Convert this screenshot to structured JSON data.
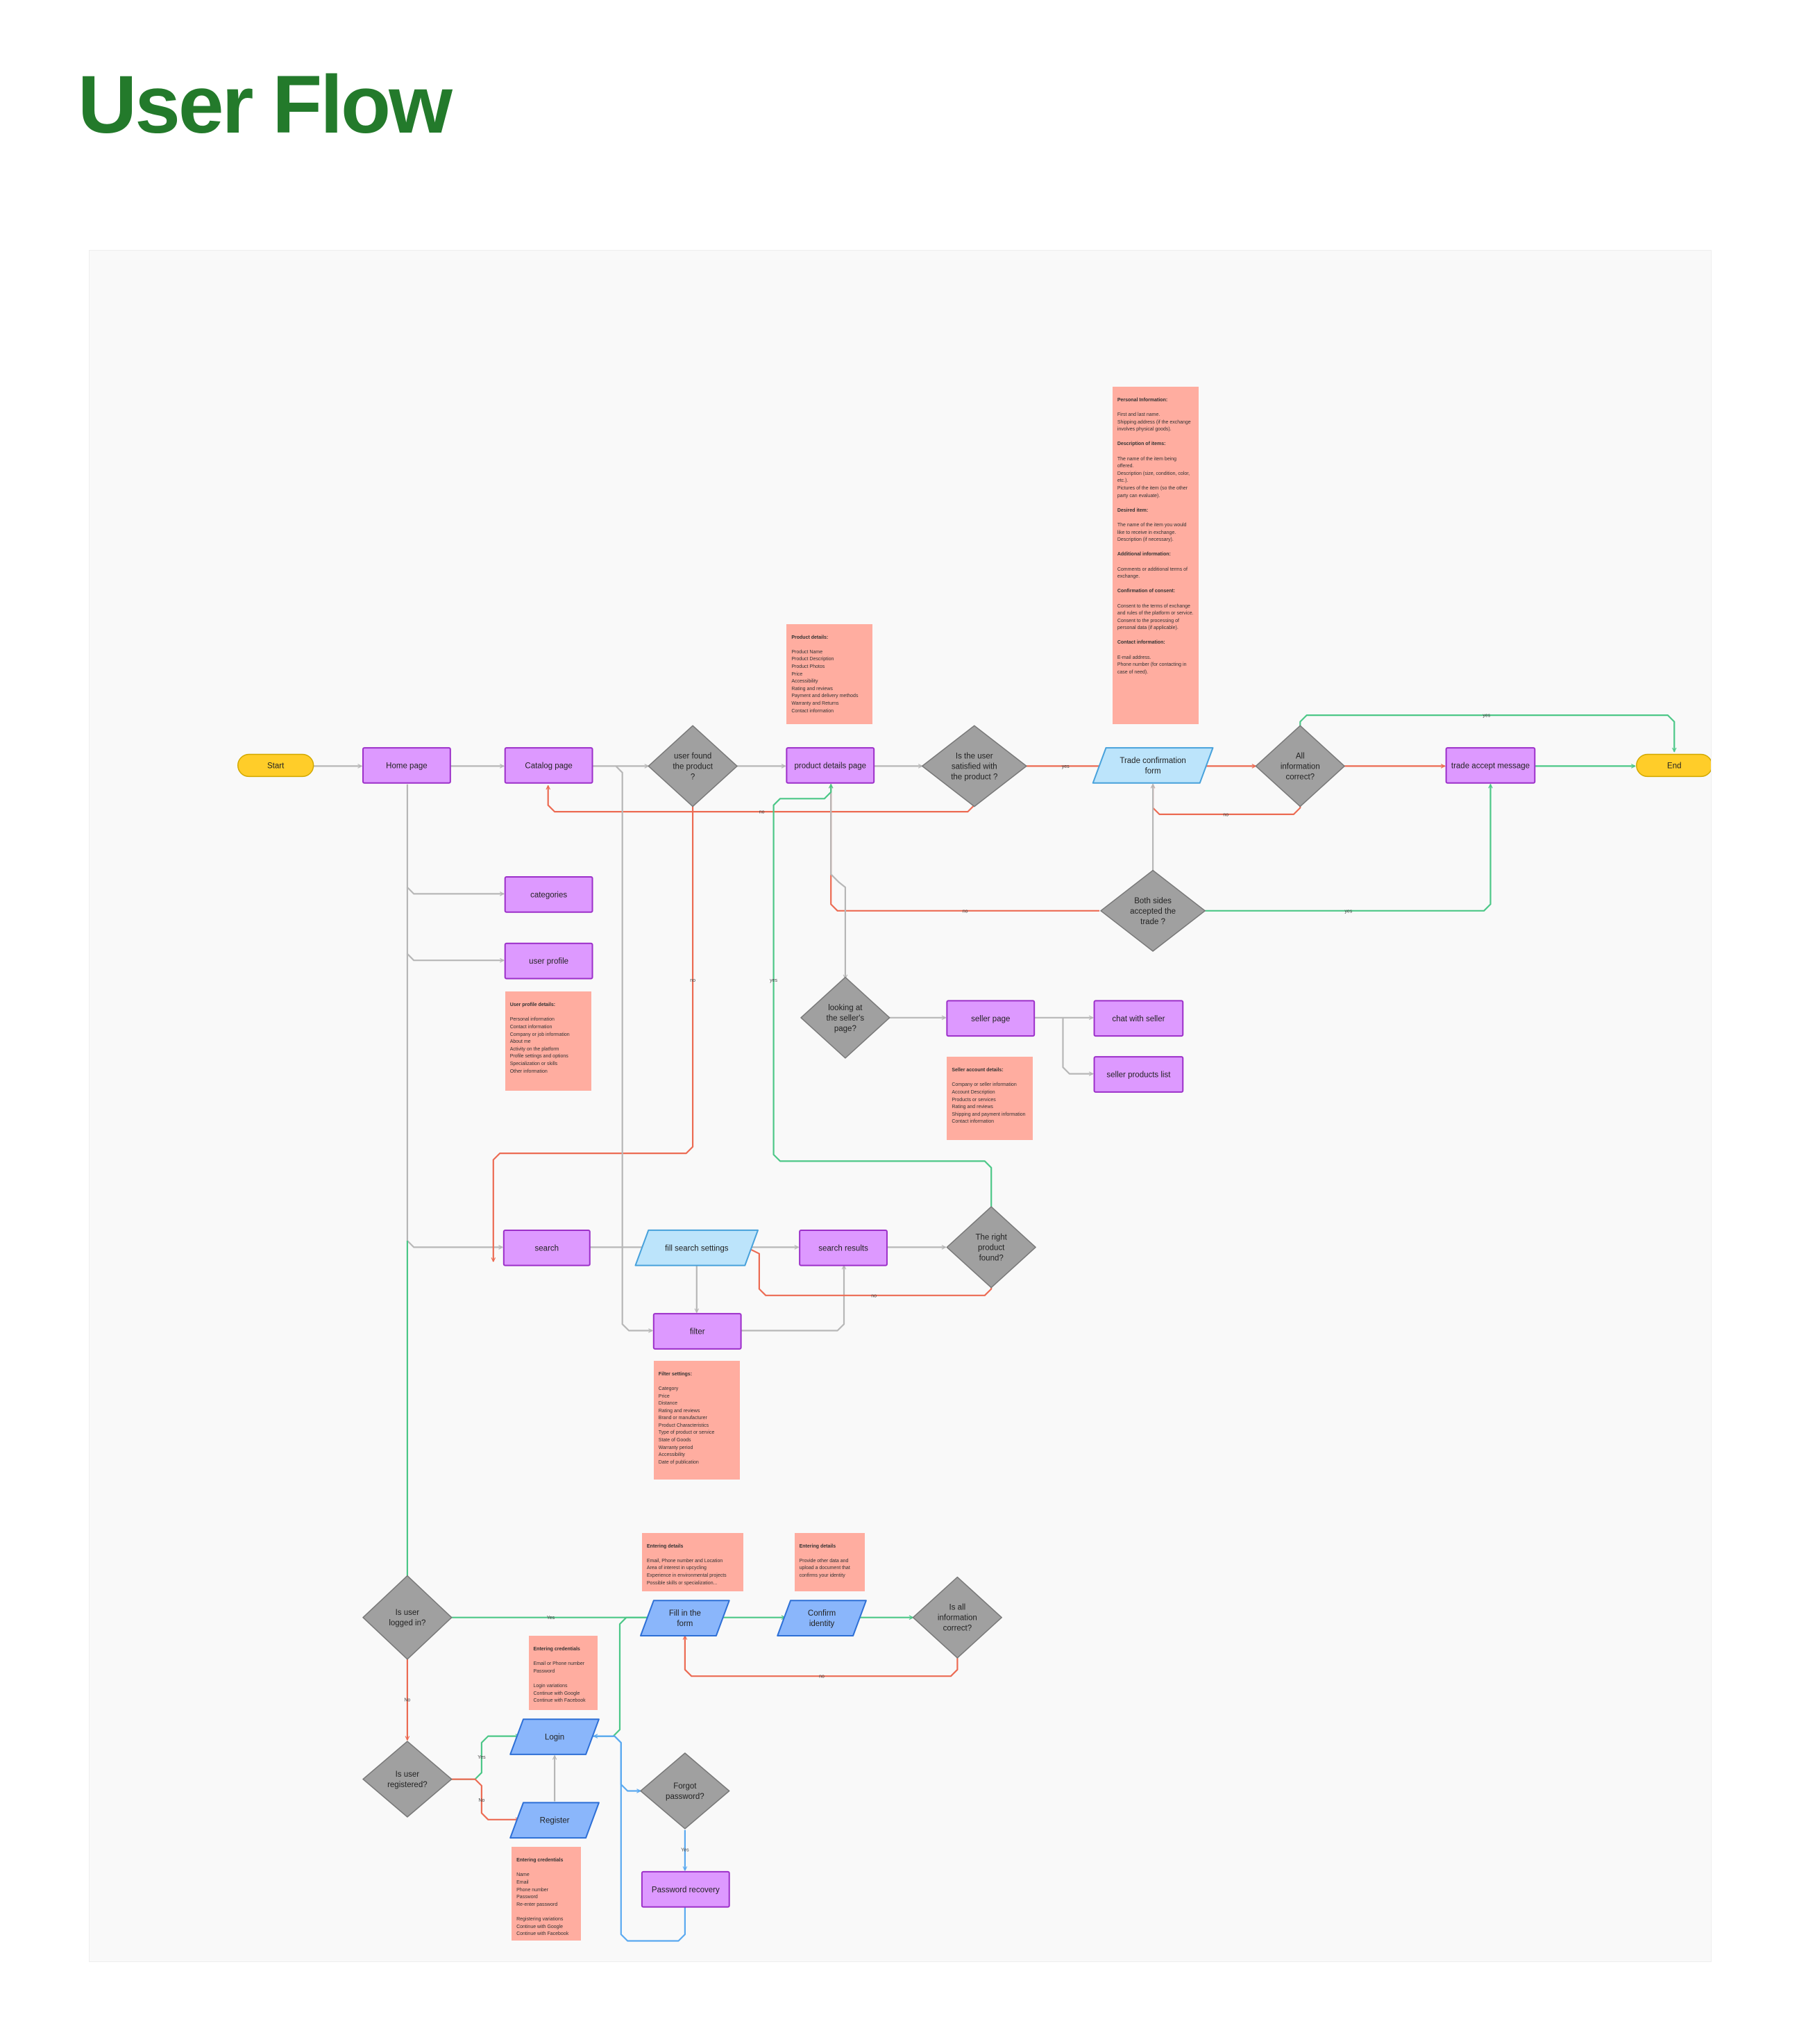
{
  "title": "User Flow",
  "colors": {
    "title": "#237a2b",
    "process": "#dd99ff",
    "process_border": "#9c2fc9",
    "terminal": "#ffcd29",
    "decision": "#a0a0a0",
    "data_light": "#bce4fb",
    "data_blue": "#8ab6fb",
    "note": "#ffada0",
    "edge_gray": "#b7b7b7",
    "edge_red": "#ec6b53",
    "edge_green": "#4cc787",
    "edge_blue": "#5aa9f0"
  },
  "nodes": {
    "start": "Start",
    "end": "End",
    "home": "Home page",
    "catalog": "Catalog page",
    "found": [
      "user found",
      "the product",
      "?"
    ],
    "details": "product details page",
    "satisfied": [
      "Is the user",
      "satisfied with",
      "the product ?"
    ],
    "trade_form": [
      "Trade confirmation",
      "form"
    ],
    "all_info": [
      "All",
      "information",
      "correct?"
    ],
    "accept_msg": "trade accept message",
    "both_sides": [
      "Both sides",
      "accepted the",
      "trade ?"
    ],
    "categories": "categories",
    "user_profile": "user profile",
    "looking_seller": [
      "looking at",
      "the seller's",
      "page?"
    ],
    "seller_page": "seller page",
    "chat": "chat with seller",
    "seller_list": "seller products list",
    "search": "search",
    "fill_search": "fill search settings",
    "results": "search results",
    "right_found": [
      "The right",
      "product",
      "found?"
    ],
    "filter": "filter",
    "logged": [
      "Is user",
      "logged in?"
    ],
    "fill_form": [
      "Fill in the",
      "form"
    ],
    "confirm_id": [
      "Confirm",
      "identity"
    ],
    "is_all_info": [
      "Is all",
      "information",
      "correct?"
    ],
    "registered": [
      "Is user",
      "registered?"
    ],
    "login": "Login",
    "register": "Register",
    "forgot": [
      "Forgot",
      "password?"
    ],
    "recovery": "Password recovery"
  },
  "edge_labels": {
    "yes": "yes",
    "no": "no",
    "Yes": "Yes",
    "No": "No"
  },
  "notes": {
    "product_details": {
      "title": "Product details:",
      "lines": [
        "Product Name",
        "Product Description",
        "Product Photos",
        "Price",
        "Accessibility",
        "Rating and reviews",
        "Payment and delivery methods",
        "Warranty and Returns",
        "Contact information"
      ]
    },
    "trade_info": {
      "sections": [
        {
          "title": "Personal Information:",
          "text": "First and last name.\nShipping address (if the exchange involves physical goods)."
        },
        {
          "title": "Description of items:",
          "text": "The name of the item being offered.\nDescription (size, condition, color, etc.).\nPictures of the item (so the other party can evaluate)."
        },
        {
          "title": "Desired item:",
          "text": "The name of the item you would like to receive in exchange.\nDescription (if necessary)."
        },
        {
          "title": "Additional information:",
          "text": "Comments or additional terms of exchange."
        },
        {
          "title": "Confirmation of consent:",
          "text": "Consent to the terms of exchange and rules of the platform or service.\nConsent to the processing of personal data (if applicable)."
        },
        {
          "title": "Contact information:",
          "text": "E-mail address.\nPhone number (for contacting in case of need)."
        }
      ]
    },
    "user_profile": {
      "title": "User profile details:",
      "lines": [
        "Personal information",
        "Contact information",
        "Company or job information",
        "About me",
        "Activity on the platform",
        "Profile settings and options",
        "Specialization or skills",
        "Other information"
      ]
    },
    "seller_account": {
      "title": "Seller account details:",
      "lines": [
        "Company or seller information",
        "Account Description",
        "Products or services",
        "Rating and reviews",
        "Shipping and payment information",
        "Contact information"
      ]
    },
    "filter_settings": {
      "title": "Filter settings:",
      "lines": [
        "Category",
        "Price",
        "Distance",
        "Rating and reviews",
        "Brand or manufacturer",
        "Product Characteristics",
        "Type of product or service",
        "State of Goods",
        "Warranty period",
        "Accessibility",
        "Date of publication"
      ]
    },
    "entering_details_1": {
      "title": "Entering details",
      "lines": [
        "Email, Phone number and Location",
        "Area of interest in upcycling",
        "Experience in environmental projects",
        "Possible skills or specialization..."
      ]
    },
    "entering_details_2": {
      "title": "Entering details",
      "lines": [
        "Provide other data and upload a document that confirms your identity"
      ]
    },
    "login_credentials": {
      "title": "Entering credentials",
      "lines": [
        "Email or Phone number",
        "Password",
        "",
        "Login variations",
        "Continue with Google",
        "Continue with Facebook"
      ]
    },
    "register_credentials": {
      "title": "Entering credentials",
      "lines": [
        "Name",
        "Email",
        "Phone number",
        "Password",
        "Re-enter password",
        "",
        "Registering variations",
        "Continue with Google",
        "Continue with Facebook"
      ]
    }
  }
}
